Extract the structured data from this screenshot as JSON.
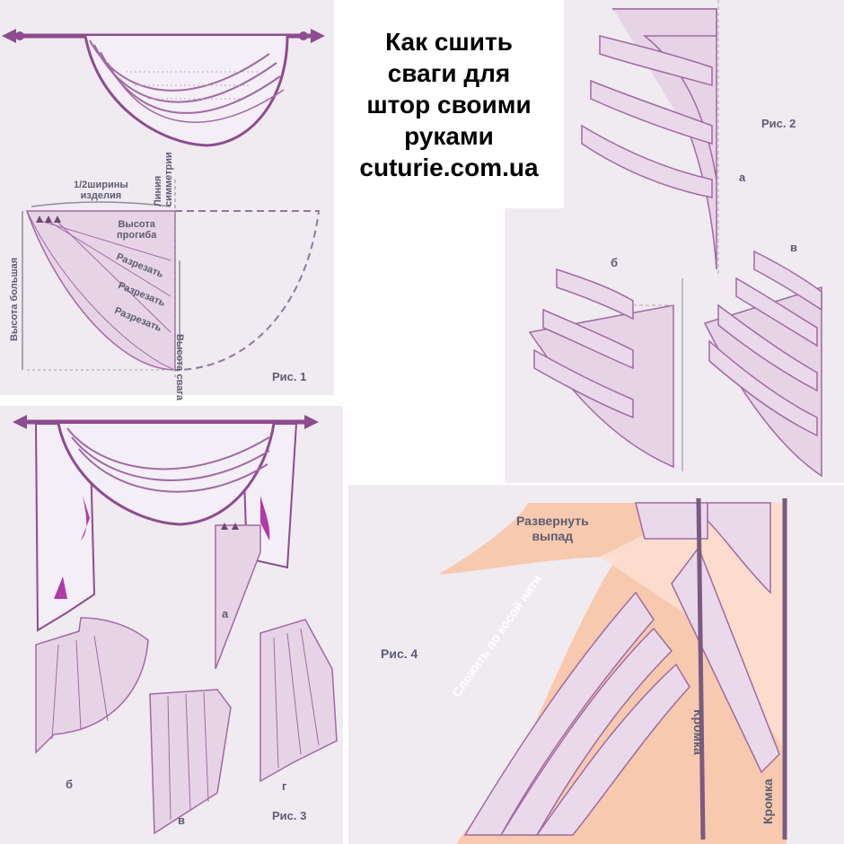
{
  "title": {
    "lines": [
      "Как сшить",
      "сваги для",
      "штор своими",
      "руками",
      "cuturie.com.ua"
    ]
  },
  "fig1": {
    "caption": "Рис. 1",
    "half_width": "1/2ширины\nизделия",
    "symmetry": "Линия\nсимметрии",
    "sag_height": "Высота\nпрогиба",
    "big_height": "Высота большая",
    "swag_height": "Высота свага",
    "cuts": [
      "Разрезать",
      "Разрезать",
      "Разрезать"
    ]
  },
  "fig2": {
    "caption": "Рис. 2",
    "labels": [
      "а",
      "б",
      "в"
    ]
  },
  "fig3": {
    "caption": "Рис. 3",
    "labels": [
      "а",
      "б",
      "в",
      "г"
    ]
  },
  "fig4": {
    "caption": "Рис. 4",
    "unfold": "Развернуть\nвыпад",
    "fold_bias": "Сложить по косой нити",
    "selvage1": "Кромка",
    "selvage2": "Кромка"
  },
  "colors": {
    "panel": "#f0eaf1",
    "purple_line": "#8d4c8f",
    "piece_fill": "#e7d3e6",
    "piece_stroke": "#a06aa3",
    "peach": "#f7c9ae",
    "label": "#5d5d73"
  }
}
